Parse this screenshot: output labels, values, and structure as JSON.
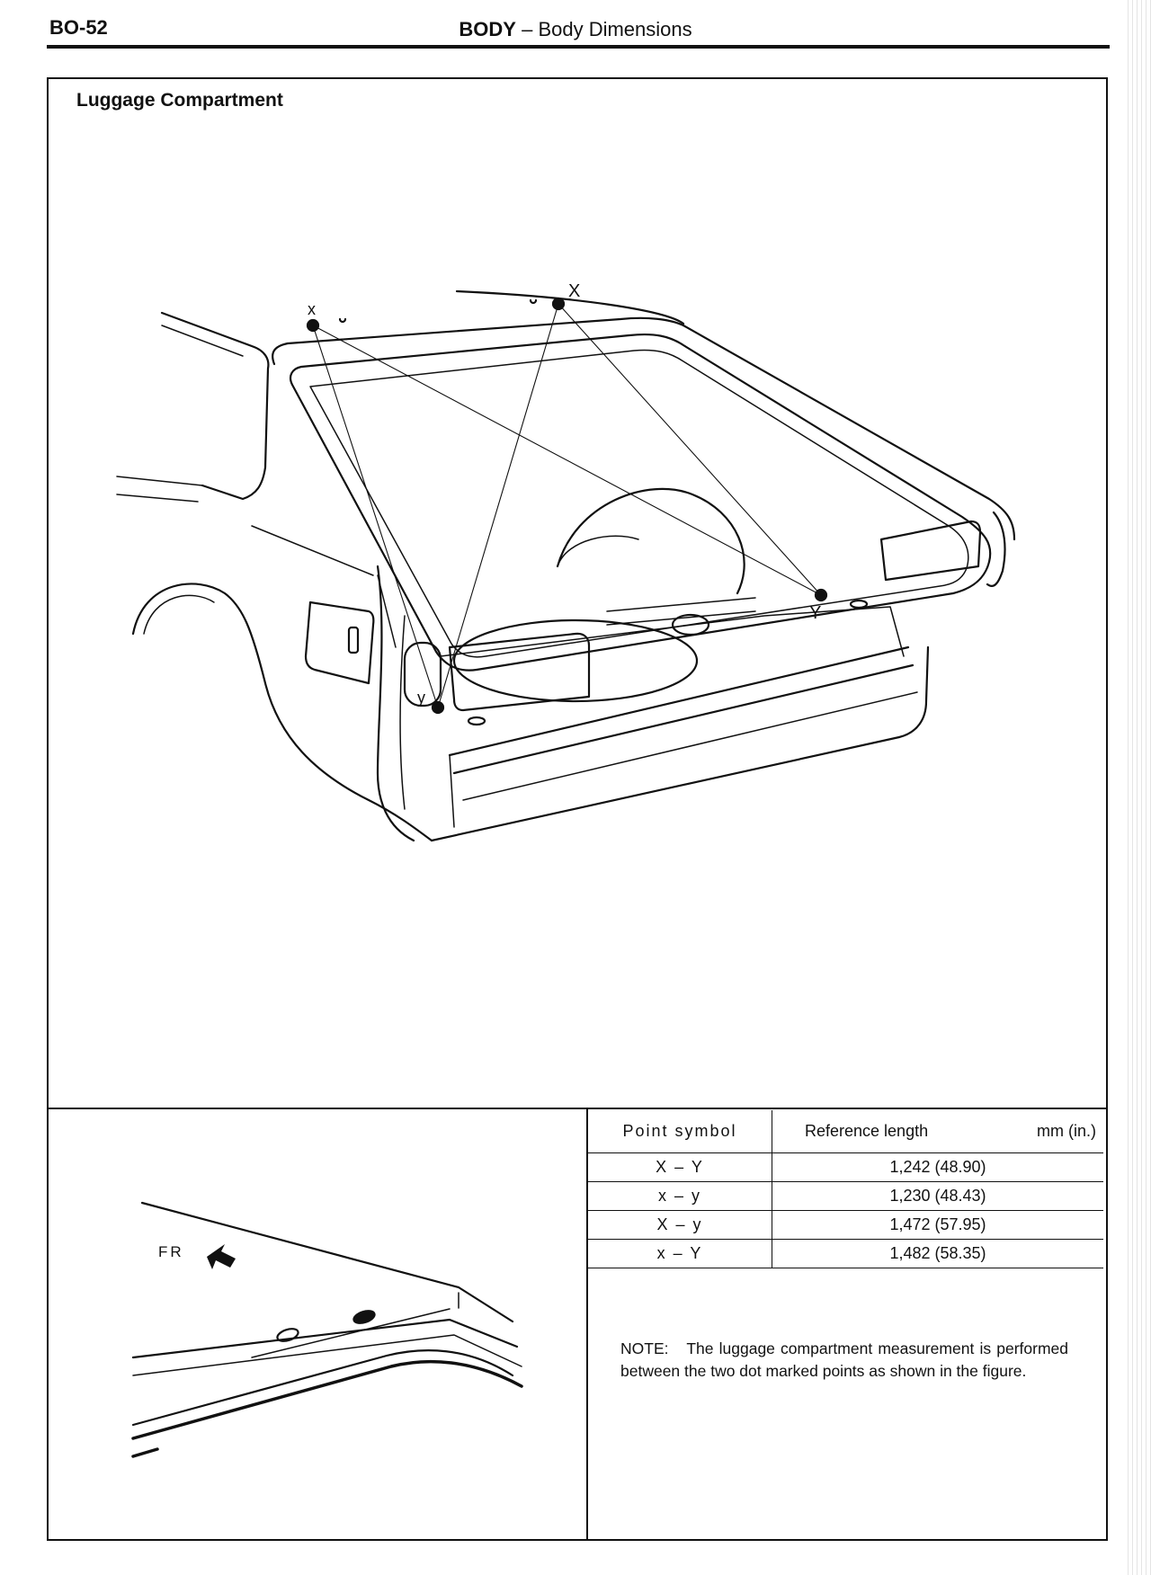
{
  "header": {
    "page_code": "BO-52",
    "section": "BODY",
    "separator": "–",
    "subtitle": "Body Dimensions"
  },
  "section_title": "Luggage Compartment",
  "main_figure": {
    "point_labels": {
      "upper_left": "x",
      "upper_right": "X",
      "lower_left": "y",
      "lower_right": "Y"
    }
  },
  "detail_figure": {
    "direction_label": "FR",
    "direction_icon": "front-arrow-icon"
  },
  "table": {
    "header": {
      "point_symbol": "Point symbol",
      "reference_length": "Reference length",
      "unit": "mm (in.)"
    },
    "rows": [
      {
        "symbol": "X – Y",
        "length": "1,242  (48.90)"
      },
      {
        "symbol": "x – y",
        "length": "1,230  (48.43)"
      },
      {
        "symbol": "X – y",
        "length": "1,472  (57.95)"
      },
      {
        "symbol": "x – Y",
        "length": "1,482  (58.35)"
      }
    ]
  },
  "note": {
    "label": "NOTE:",
    "text": "The luggage compartment measurement is performed between the two dot marked points as shown in the figure."
  }
}
